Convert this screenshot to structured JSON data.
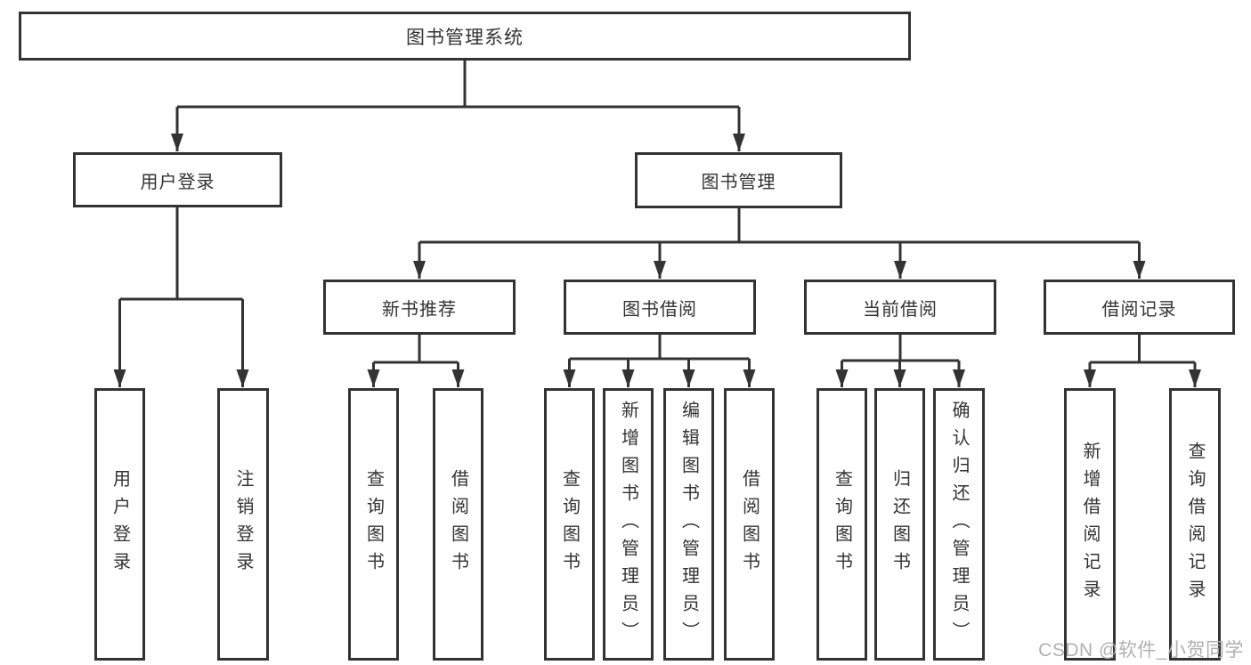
{
  "tree": {
    "root": {
      "label": "图书管理系统",
      "children": [
        {
          "label": "用户登录",
          "children": [
            {
              "label": "用户登录"
            },
            {
              "label": "注销登录"
            }
          ]
        },
        {
          "label": "图书管理",
          "children": [
            {
              "label": "新书推荐",
              "children": [
                {
                  "label": "查询图书"
                },
                {
                  "label": "借阅图书"
                }
              ]
            },
            {
              "label": "图书借阅",
              "children": [
                {
                  "label": "查询图书"
                },
                {
                  "label": "新增图书（管理员）"
                },
                {
                  "label": "编辑图书（管理员）"
                },
                {
                  "label": "借阅图书"
                }
              ]
            },
            {
              "label": "当前借阅",
              "children": [
                {
                  "label": "查询图书"
                },
                {
                  "label": "归还图书"
                },
                {
                  "label": "确认归还（管理员）"
                }
              ]
            },
            {
              "label": "借阅记录",
              "children": [
                {
                  "label": "新增借阅记录"
                },
                {
                  "label": "查询借阅记录"
                }
              ]
            }
          ]
        }
      ]
    }
  },
  "watermark": "CSDN @软件_小贺同学",
  "colors": {
    "line": "#333333",
    "text": "#333333",
    "watermark": "#b0b0b0",
    "background": "#ffffff"
  }
}
